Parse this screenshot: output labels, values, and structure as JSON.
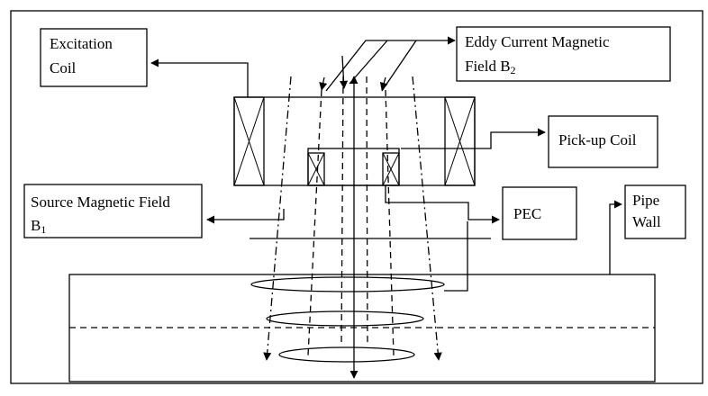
{
  "labels": {
    "excitation_coil_line1": "Excitation",
    "excitation_coil_line2": "Coil",
    "eddy_line1": "Eddy Current Magnetic",
    "eddy_line2_main": "Field B",
    "eddy_line2_sub": "2",
    "pickup_coil": "Pick-up Coil",
    "source_line1": "Source Magnetic Field",
    "source_line2_main": "B",
    "source_line2_sub": "1",
    "pec": "PEC",
    "pipe_line1": "Pipe",
    "pipe_line2": "Wall"
  },
  "colors": {
    "stroke": "#000000",
    "background": "#ffffff"
  }
}
